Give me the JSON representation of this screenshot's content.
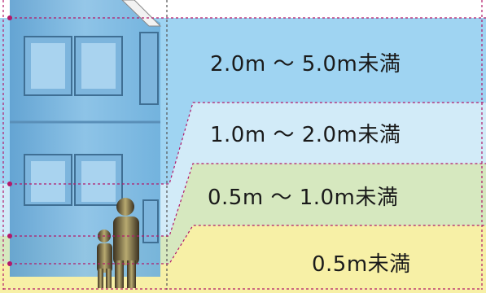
{
  "bands": [
    {
      "label": "2.0m ～ 5.0m未満",
      "color": "#9fd4f2"
    },
    {
      "label": "1.0m ～ 2.0m未満",
      "color": "#d2ebf8"
    },
    {
      "label": "0.5m ～ 1.0m未満",
      "color": "#d6e8bf"
    },
    {
      "label": "0.5m未満",
      "color": "#f7f0a6"
    }
  ],
  "accent_color": "#b2196a",
  "icons": [
    "house-illustration",
    "adult-figure",
    "child-figure"
  ]
}
